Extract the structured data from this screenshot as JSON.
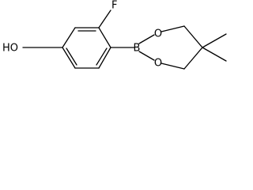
{
  "molecule": {
    "labels": {
      "hydroxyl": "HO",
      "fluorine": "F",
      "boron": "B",
      "oxygen_upper": "O",
      "oxygen_lower": "O"
    },
    "colors": {
      "bond": "#000000",
      "text": "#000000",
      "background": "#ffffff"
    }
  }
}
